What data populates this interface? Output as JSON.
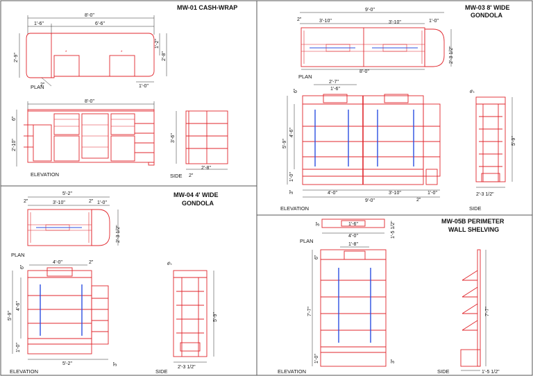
{
  "colors": {
    "fixture": "#e0252b",
    "shelf_standard": "#2b4ee0",
    "dimension": "#111111"
  },
  "mw01": {
    "title": "MW-01 CASH-WRAP",
    "plan": {
      "label": "PLAN",
      "d_total": "8'-0\"",
      "d_left": "1'-6\"",
      "d_right": "6'-6\"",
      "d_depth": "2'-9\"",
      "d_counter": "1'-2\"",
      "d_depth2": "2'-8\"",
      "d_1_0": "1'-0\"",
      "d_2": "2\""
    },
    "elev": {
      "label": "ELEVATION",
      "d_total": "8'-0\"",
      "d_6": "6\"",
      "d_height": "2'-10\""
    },
    "side": {
      "label": "SIDE",
      "d_height": "3'-6\"",
      "d_2": "2\"",
      "d_depth": "2'-8\""
    }
  },
  "mw03": {
    "title_l1": "MW-03 8' WIDE",
    "title_l2": "GONDOLA",
    "plan": {
      "label": "PLAN",
      "d_total": "9'-0\"",
      "d_2": "2\"",
      "d_a": "3'-10\"",
      "d_b": "3'-10\"",
      "d_c": "1'-0\"",
      "d_depth": "2'-3 1/2\"",
      "d_bottom": "8'-0\""
    },
    "elev": {
      "label": "ELEVATION",
      "d_2_7": "2'-7\"",
      "d_1_6": "1'-6\"",
      "d_6": "6\"",
      "d_5_9": "5'-9\"",
      "d_4_6": "4'-6\"",
      "d_1_0v": "1'-0\"",
      "d_3": "3\"",
      "d_4_0": "4'-0\"",
      "d_3_10": "3'-10\"",
      "d_1_0": "1'-0\"",
      "d_9_0": "9'-0\"",
      "d_2": "2\""
    },
    "side": {
      "label": "SIDE",
      "d_6": "6\"",
      "d_height": "5'-9\"",
      "d_depth": "2'-3 1/2\""
    }
  },
  "mw04": {
    "title_l1": "MW-04 4' WIDE",
    "title_l2": "GONDOLA",
    "plan": {
      "label": "PLAN",
      "d_total": "5'-2\"",
      "d_2": "2\"",
      "d_a": "3'-10\"",
      "d_2b": "2\"",
      "d_c": "1'-0\"",
      "d_depth": "2'-3 1/2\""
    },
    "elev": {
      "label": "ELEVATION",
      "d_4_0": "4'-0\"",
      "d_2": "2\"",
      "d_6": "6\"",
      "d_5_9": "5'-9\"",
      "d_4_6": "4'-6\"",
      "d_1_0": "1'-0\"",
      "d_5_2": "5'-2\"",
      "d_3": "3\""
    },
    "side": {
      "label": "SIDE",
      "d_6": "6\"",
      "d_height": "5'-9\"",
      "d_depth": "2'-3 1/2\""
    }
  },
  "mw05": {
    "title_l1": "MW-05B PERIMETER",
    "title_l2": "WALL SHELVING",
    "plan": {
      "label": "PLAN",
      "d_3": "3\"",
      "d_1_6": "1'-6\"",
      "d_depth": "1'-5 1/2\"",
      "d_4_0": "4'-0\""
    },
    "elev": {
      "label": "ELEVATION",
      "d_1_8": "1'-8\"",
      "d_6": "6\"",
      "d_7_7": "7'-7\"",
      "d_1_0": "1'-0\"",
      "d_3": "3\""
    },
    "side": {
      "label": "SIDE",
      "d_height": "7'-7\"",
      "d_depth": "1'-5 1/2\""
    }
  }
}
